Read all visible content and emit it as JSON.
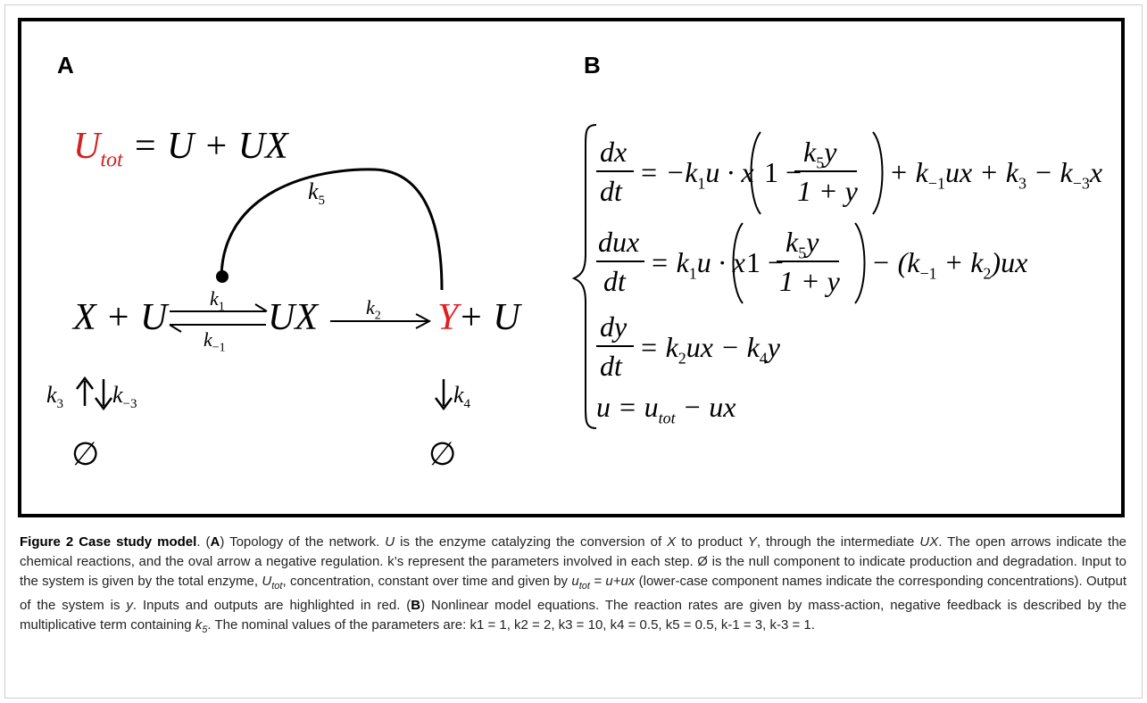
{
  "panel_a": {
    "label": "A",
    "utot_eq_lhs": "U",
    "utot_eq_sub": "tot",
    "utot_eq_rhs": "= U + UX",
    "k5_label": "k",
    "k5_sub": "5",
    "reactant": "X + U",
    "k1_label": "k",
    "k1_sub": "1",
    "km1_label": "k",
    "km1_sub": "−1",
    "intermediate": "UX",
    "k2_label": "k",
    "k2_sub": "2",
    "product_y": "Y",
    "product_u": "+ U",
    "k3_label": "k",
    "k3_sub": "3",
    "km3_label": "k",
    "km3_sub": "−3",
    "k4_label": "k",
    "k4_sub": "4",
    "null_symbol": "∅"
  },
  "panel_b": {
    "label": "B",
    "eq1_lhs_num": "dx",
    "eq1_lhs_den": "dt",
    "eq1_rhs_a": "= −k",
    "eq1_rhs_a_sub": "1",
    "eq1_rhs_b": "u · x",
    "eq1_frac_num": "k",
    "eq1_frac_num_sub": "5",
    "eq1_frac_num_tail": "y",
    "eq1_frac_den": "1 + y",
    "eq1_tail": "+ k",
    "eq1_tail_sub": "−1",
    "eq1_tail_b": "ux + k",
    "eq1_tail_b_sub": "3",
    "eq1_tail_c": " − k",
    "eq1_tail_c_sub": "−3",
    "eq1_tail_d": "x",
    "eq2_lhs_num": "dux",
    "eq2_lhs_den": "dt",
    "eq2_rhs_a": "= k",
    "eq2_rhs_a_sub": "1",
    "eq2_rhs_b": "u · x",
    "eq2_frac_num": "k",
    "eq2_frac_num_sub": "5",
    "eq2_frac_num_tail": "y",
    "eq2_frac_den": "1 + y",
    "eq2_tail": "− (k",
    "eq2_tail_sub": "−1",
    "eq2_tail_b": " + k",
    "eq2_tail_b_sub": "2",
    "eq2_tail_c": ")ux",
    "eq3_lhs_num": "dy",
    "eq3_lhs_den": "dt",
    "eq3_rhs_a": "= k",
    "eq3_rhs_a_sub": "2",
    "eq3_rhs_b": "ux − k",
    "eq3_rhs_b_sub": "4",
    "eq3_rhs_c": "y",
    "eq4_a": "u = u",
    "eq4_sub": "tot",
    "eq4_b": " − ux",
    "one_minus": "1 −"
  },
  "caption": {
    "figure_label": "Figure 2 Case study model",
    "text_after_label": ". (",
    "a_tag": "A",
    "a_text_1": ") Topology of the network. ",
    "u_var": "U",
    "a_text_2": " is the enzyme catalyzing the conversion of ",
    "x_var": "X",
    "a_text_3": " to product ",
    "y_var": "Y",
    "a_text_4": ", through the intermediate ",
    "ux_var": "UX",
    "a_text_5": ". The open arrows indicate the chemical reactions, and the oval arrow a negative regulation. k’s represent the parameters involved in each step. Ø is the null component to indicate production and degradation. Input to the system is given by the total enzyme, ",
    "utot_var": "U",
    "utot_sub": "tot",
    "a_text_6": ", concentration, constant over time and given by ",
    "utot_small": "u",
    "utot_small_sub": "tot",
    "a_text_7": " = u+ux",
    "a_text_8": " (lower-case component names indicate the corresponding concentrations). Output of the system is ",
    "y_small": "y",
    "a_text_9": ". Inputs and outputs are highlighted in red. (",
    "b_tag": "B",
    "b_text_1": ") Nonlinear model equations. The reaction rates are given by mass-action, negative feedback is described by the multiplicative term containing ",
    "k5_var": "k",
    "k5_sub": "5",
    "b_text_2": ". The nominal values of the parameters are: ",
    "params": "k1 = 1, k2 = 2, k3 = 10, k4 = 0.5, k5 = 0.5, k-1 = 3, k-3 = 1."
  },
  "colors": {
    "highlight": "#e02020",
    "text": "#000000"
  }
}
